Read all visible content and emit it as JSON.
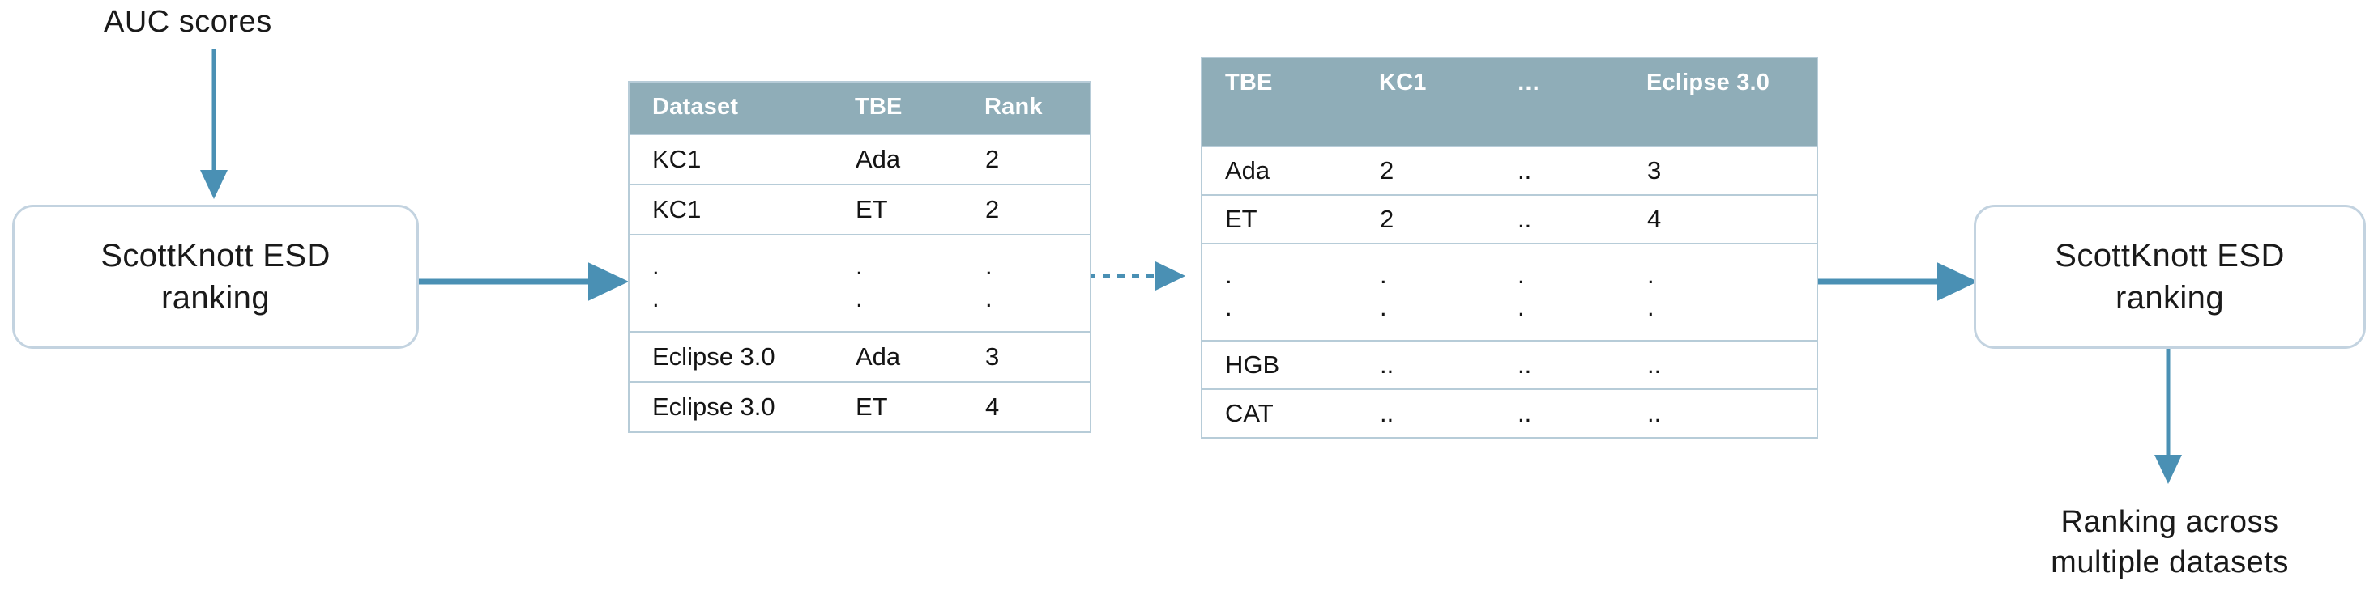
{
  "diagram": {
    "title_caption": "AUC scores",
    "output_caption_line1": "Ranking  across",
    "output_caption_line2": "multiple datasets",
    "accent_arrow_color": "#4a90b4",
    "box_border_color": "#c3d3e0",
    "table_header_bg": "#8fadb8",
    "table_border_color": "#b7ccd8"
  },
  "left_box": {
    "label_line1": "ScottKnott ESD",
    "label_line2": "ranking"
  },
  "right_box": {
    "label_line1": "ScottKnott ESD",
    "label_line2": "ranking"
  },
  "table_ranking": {
    "headers": [
      "Dataset",
      "TBE",
      "Rank"
    ],
    "rows": [
      {
        "cells": [
          "KC1",
          "Ada",
          "2"
        ],
        "kind": "data"
      },
      {
        "cells": [
          "KC1",
          "ET",
          "2"
        ],
        "kind": "data"
      },
      {
        "cells": [
          ".\n.",
          ".\n.",
          ".\n."
        ],
        "kind": "dots"
      },
      {
        "cells": [
          "Eclipse 3.0",
          "Ada",
          "3"
        ],
        "kind": "data"
      },
      {
        "cells": [
          "Eclipse 3.0",
          "ET",
          "4"
        ],
        "kind": "data"
      }
    ]
  },
  "table_matrix": {
    "headers": [
      "TBE",
      "KC1",
      "…",
      "Eclipse 3.0"
    ],
    "rows": [
      {
        "cells": [
          "Ada",
          "2",
          "..",
          "3"
        ],
        "kind": "data"
      },
      {
        "cells": [
          "ET",
          "2",
          "..",
          "4"
        ],
        "kind": "data"
      },
      {
        "cells": [
          ".\n.",
          ".\n.",
          ".\n.",
          ".\n."
        ],
        "kind": "dots"
      },
      {
        "cells": [
          "HGB",
          "..",
          "..",
          ".."
        ],
        "kind": "data"
      },
      {
        "cells": [
          "CAT",
          "..",
          "..",
          ".."
        ],
        "kind": "data"
      }
    ]
  },
  "connectors": [
    {
      "name": "auc-to-leftbox",
      "style": "solid",
      "direction": "down"
    },
    {
      "name": "leftbox-to-table-ranking",
      "style": "solid",
      "direction": "right"
    },
    {
      "name": "table-ranking-to-table-matrix",
      "style": "dotted",
      "direction": "right"
    },
    {
      "name": "table-matrix-to-rightbox",
      "style": "solid",
      "direction": "right"
    },
    {
      "name": "rightbox-to-output",
      "style": "solid",
      "direction": "down"
    }
  ]
}
